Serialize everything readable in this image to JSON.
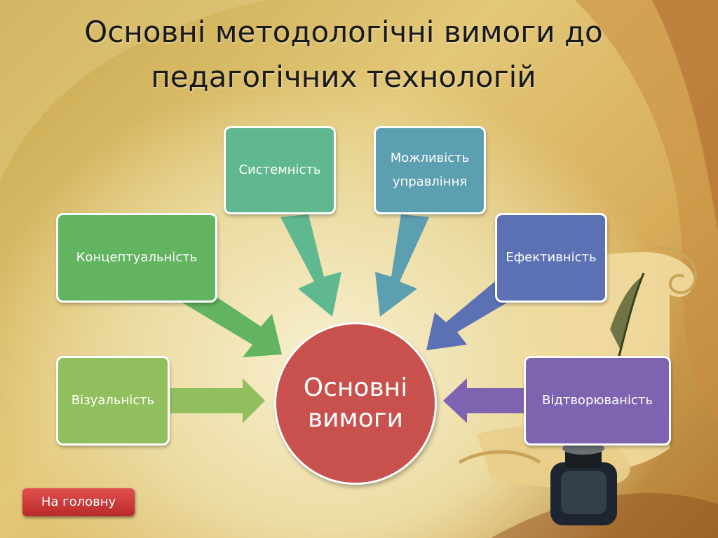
{
  "slide": {
    "title_line1": "Основні методологічні вимоги до",
    "title_line2": "педагогічних технологій",
    "center": {
      "line1": "Основні",
      "line2": "вимоги",
      "color": "#c9514d"
    },
    "boxes": {
      "systemic": {
        "label": "Системність",
        "color": "#5fb88f"
      },
      "manageability": {
        "line1": "Можливість",
        "line2": "управління",
        "color": "#5b9fb0"
      },
      "conceptual": {
        "label": "Концептуальність",
        "color": "#62b461"
      },
      "efficiency": {
        "label": "Ефективність",
        "color": "#5c71b3"
      },
      "visuality": {
        "label": "Візуальність",
        "color": "#92bf5e"
      },
      "reproducibility": {
        "label": "Відтворюваність",
        "color": "#7e63b0"
      }
    },
    "home_button": {
      "label": "На головну",
      "color": "#c9302c"
    },
    "decorations": [
      "parchment-scroll",
      "ink-bottle",
      "quill-feather"
    ]
  }
}
